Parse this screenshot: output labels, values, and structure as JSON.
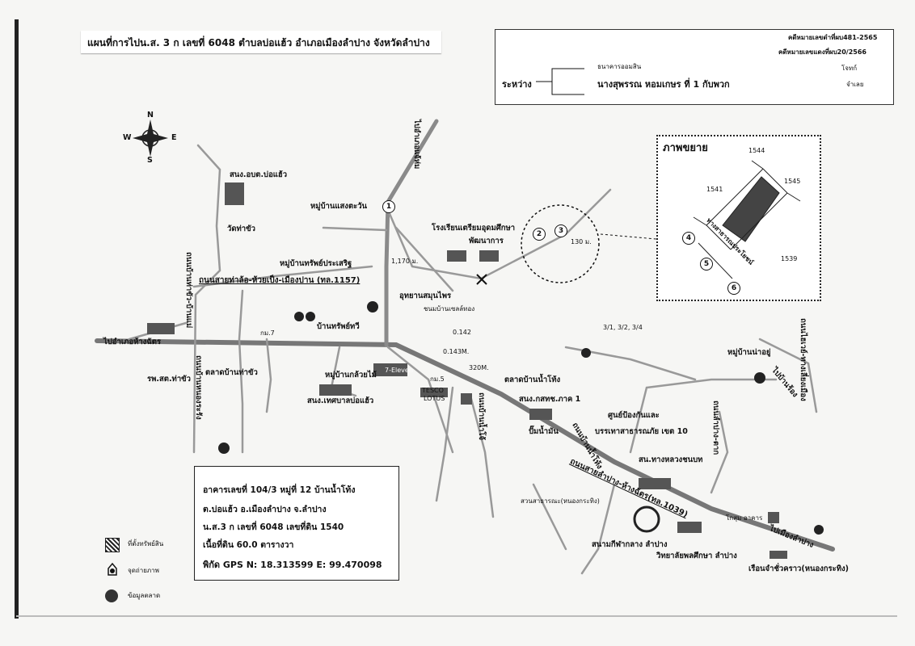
{
  "title": "แผนที่การไปน.ส. 3 ก เลขที่ 6048 ตำบลบ่อแฮ้ว อำเภอเมืองลำปาง จังหวัดลำปาง",
  "case": {
    "case_no_1": "คดีหมายเลขดำที่ผบ481-2565",
    "case_no_2": "คดีหมายเลขแดงที่ผบ20/2566",
    "between_label": "ระหว่าง",
    "plaintiff": "ธนาคารออมสิน",
    "plaintiff_role": "โจทก์",
    "defendant": "นางสุพรรณ หอมเกษร ที่ 1 กับพวก",
    "defendant_role": "จำเลย"
  },
  "compass": {
    "n": "N",
    "s": "S",
    "e": "E",
    "w": "W"
  },
  "inset": {
    "title": "ภาพขยาย",
    "parcel_numbers": [
      "1544",
      "1545",
      "1541",
      "1539"
    ],
    "road_label": "ทางสาธารณประโยชน์",
    "markers": [
      "4",
      "5",
      "6"
    ]
  },
  "markers": [
    "1",
    "2",
    "3"
  ],
  "labels": {
    "to_north": "ไปอำเภอแจ้ห่ม",
    "sor_nor_bohaew": "สนง.อบต.บ่อแฮ้ว",
    "wat_tha_khua": "วัดท่าขัว",
    "ban_saeng_tawan": "หมู่บ้านแสงตะวัน",
    "school": "โรงเรียนเตรียมอุดมศึกษา",
    "school_2": "พัฒนาการ",
    "dist_130": "130 ม.",
    "ban_sap_prasert": "หมู่บ้านทรัพย์ประเสริฐ",
    "dist_1170": "1,170 ม.",
    "main_road": "ถนนสายท่าล้อ-ห้วยเป็ง-เมืองปาน (ทล.1157)",
    "herb_garden": "อุทยานสมุนไพร",
    "herb_2": "ชนมบ้านเซลล์ทอง",
    "sap_thawee": "บ้านทรัพย์ทวี",
    "km7": "กม.7",
    "to_hang_chat": "ไปอำเภอห้างฉัตร",
    "road_west": "ถนนบ้านท่าขัว-บ้านแม่",
    "road_west_2": "ถนนบ้านหนองระรัง",
    "hospital": "รพ.สต.ท่าขัว",
    "market_tha_khua": "ตลาดบ้านท่าขัว",
    "ban_kluai": "หมู่บ้านกล้วยไม้",
    "seven_eleven": "7-Eleven",
    "km5": "กม.5",
    "tesco": "TESCO",
    "tesco_2": "LOTUS",
    "dist_0142": "0.142",
    "dist_0143": "0.143M.",
    "dist_320": "320M.",
    "sor_nor_tessaban": "สนง.เทศบาลบ่อแฮ้ว",
    "market_nam_khong": "ตลาดบ้านน้ำโท้ง",
    "sor_nor_kasat": "สนง.กสทช.ภาค 1",
    "road_bo_haeo": "ถนนบ้านน้ำโจ้",
    "pump_station": "ปั๊มน้ำมัน",
    "disaster_center": "ศูนย์ป้องกันและ",
    "disaster_center_2": "บรรเทาสาธารณภัย เขต 10",
    "ban_nam_oy": "หมู่บ้านน่าอยู่",
    "lottery": "3/1, 3/2, 3/4",
    "highways_office": "สน.ทางหลวงชนบท",
    "lampang_road": "ถนนสายลำปาง-ห้างฉัตร(ทล.1039)",
    "airport_road": "ถนนไฮเวย์-ทางเลี่ยงเมือง",
    "to_muang": "ไปเมืองลำปาง",
    "to_ban_rong": "ไปบ้านร้อง",
    "kosum": "โกสุม อาคาร",
    "nong_krating": "สวนสาธารณะ(หนองกระทิง)",
    "stadium": "สนามกีฬากลาง ลำปาง",
    "sports_school": "วิทยาลัยพลศึกษา ลำปาง",
    "prison": "เรือนจำชั่วคราว(หนองกระทิง)",
    "road_lower": "ถนนลำปาง-ตาก",
    "road_nam_khong": "ถนนบ้านน้ำโท้ง"
  },
  "info": {
    "line1": "อาคารเลขที่ 104/3 หมู่ที่ 12 บ้านน้ำโท้ง",
    "line2": "ต.บ่อแฮ้ว อ.เมืองลำปาง จ.ลำปาง",
    "line3": "น.ส.3 ก เลขที่ 6048 เลขที่ดิน 1540",
    "line4": "เนื้อที่ดิน 60.0 ตารางวา",
    "line5": "พิกัด GPS N: 18.313599 E: 99.470098"
  },
  "legend": {
    "item1": "ที่ตั้งทรัพย์สิน",
    "item2": "จุดถ่ายภาพ",
    "item3": "ข้อมูลตลาด"
  }
}
